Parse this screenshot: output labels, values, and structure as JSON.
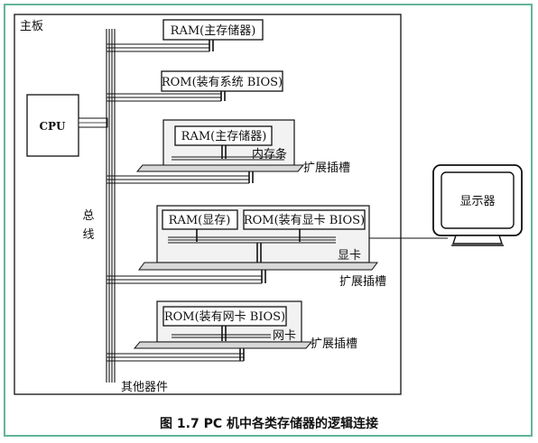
{
  "labels": {
    "mainboard": "主板",
    "cpu": "CPU",
    "bus_char_1": "总",
    "bus_char_2": "线",
    "ram_main": "RAM(主存储器)",
    "rom_system_bios": "ROM(装有系统 BIOS)",
    "ram_main_module": "RAM(主存储器)",
    "memory_stick": "内存条",
    "expansion_slot_1": "扩展插槽",
    "ram_video": "RAM(显存)",
    "rom_video_bios": "ROM(装有显卡 BIOS)",
    "video_card": "显卡",
    "expansion_slot_2": "扩展插槽",
    "rom_nic_bios": "ROM(装有网卡 BIOS)",
    "network_card": "网卡",
    "expansion_slot_3": "扩展插槽",
    "other_devices": "其他器件",
    "monitor": "显示器"
  },
  "caption": "图 1.7    PC 机中各类存储器的逻辑连接",
  "colors": {
    "frame_border": "#63b49a",
    "line": "#111111",
    "slot_fill": "#d8d8d8",
    "card_fill": "#f2f2f2"
  }
}
